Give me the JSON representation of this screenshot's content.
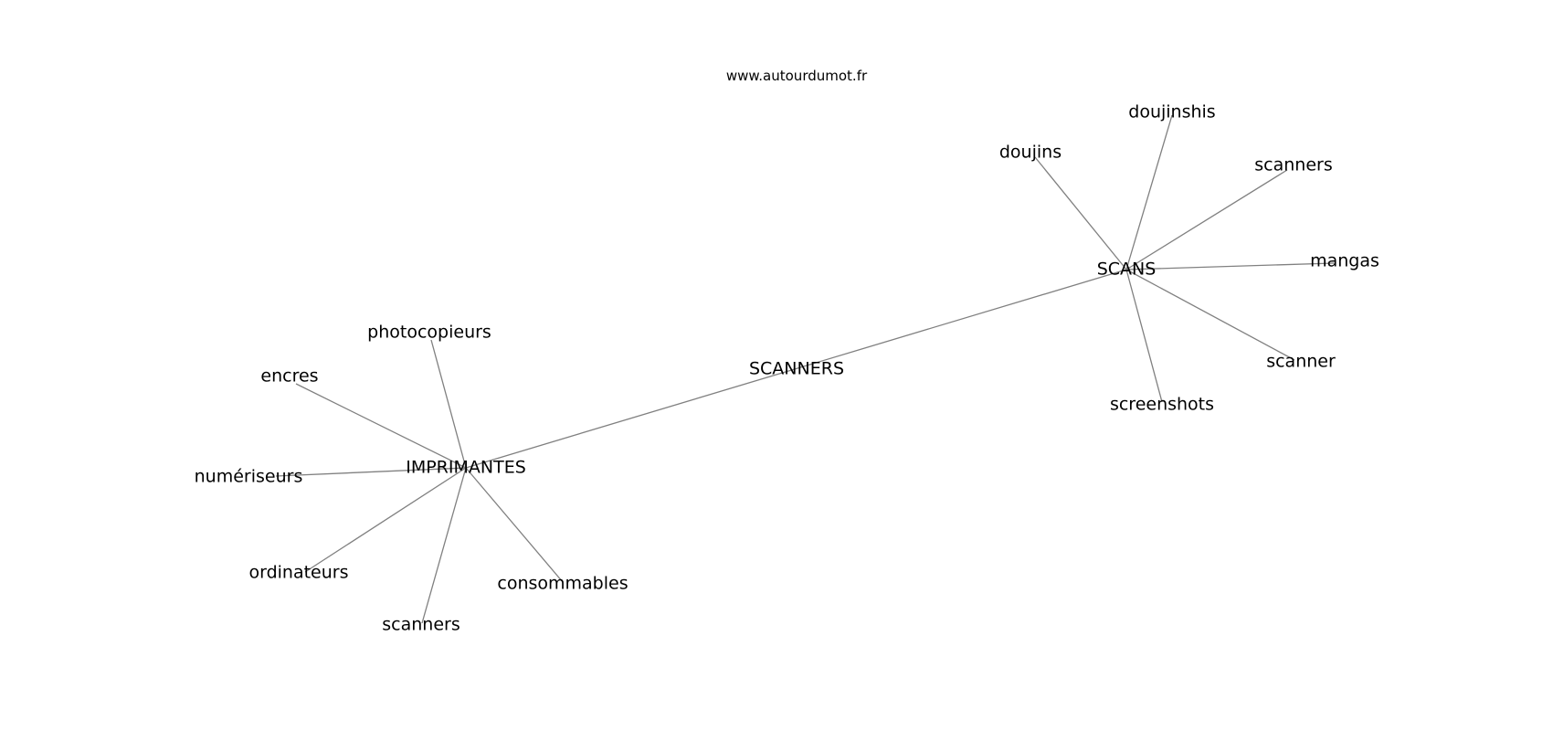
{
  "watermark": "www.autourdumot.fr",
  "colors": {
    "edge": "#808080",
    "text": "#000000",
    "background": "#ffffff"
  },
  "graph": {
    "center": "SCANNERS",
    "nodes": [
      {
        "id": "scanners_center",
        "label": "SCANNERS"
      },
      {
        "id": "imprimantes",
        "label": "IMPRIMANTES"
      },
      {
        "id": "scans",
        "label": "SCANS"
      },
      {
        "id": "photocopieurs",
        "label": "photocopieurs"
      },
      {
        "id": "encres",
        "label": "encres"
      },
      {
        "id": "numeriseurs",
        "label": "numériseurs"
      },
      {
        "id": "ordinateurs",
        "label": "ordinateurs"
      },
      {
        "id": "scanners_left",
        "label": "scanners"
      },
      {
        "id": "consommables",
        "label": "consommables"
      },
      {
        "id": "doujins",
        "label": "doujins"
      },
      {
        "id": "doujinshis",
        "label": "doujinshis"
      },
      {
        "id": "scanners_right",
        "label": "scanners"
      },
      {
        "id": "mangas",
        "label": "mangas"
      },
      {
        "id": "scanner",
        "label": "scanner"
      },
      {
        "id": "screenshots",
        "label": "screenshots"
      }
    ],
    "edges": [
      [
        "imprimantes",
        "scans"
      ],
      [
        "imprimantes",
        "photocopieurs"
      ],
      [
        "imprimantes",
        "encres"
      ],
      [
        "imprimantes",
        "numeriseurs"
      ],
      [
        "imprimantes",
        "ordinateurs"
      ],
      [
        "imprimantes",
        "scanners_left"
      ],
      [
        "imprimantes",
        "consommables"
      ],
      [
        "scans",
        "doujins"
      ],
      [
        "scans",
        "doujinshis"
      ],
      [
        "scans",
        "scanners_right"
      ],
      [
        "scans",
        "mangas"
      ],
      [
        "scans",
        "scanner"
      ],
      [
        "scans",
        "screenshots"
      ]
    ]
  }
}
